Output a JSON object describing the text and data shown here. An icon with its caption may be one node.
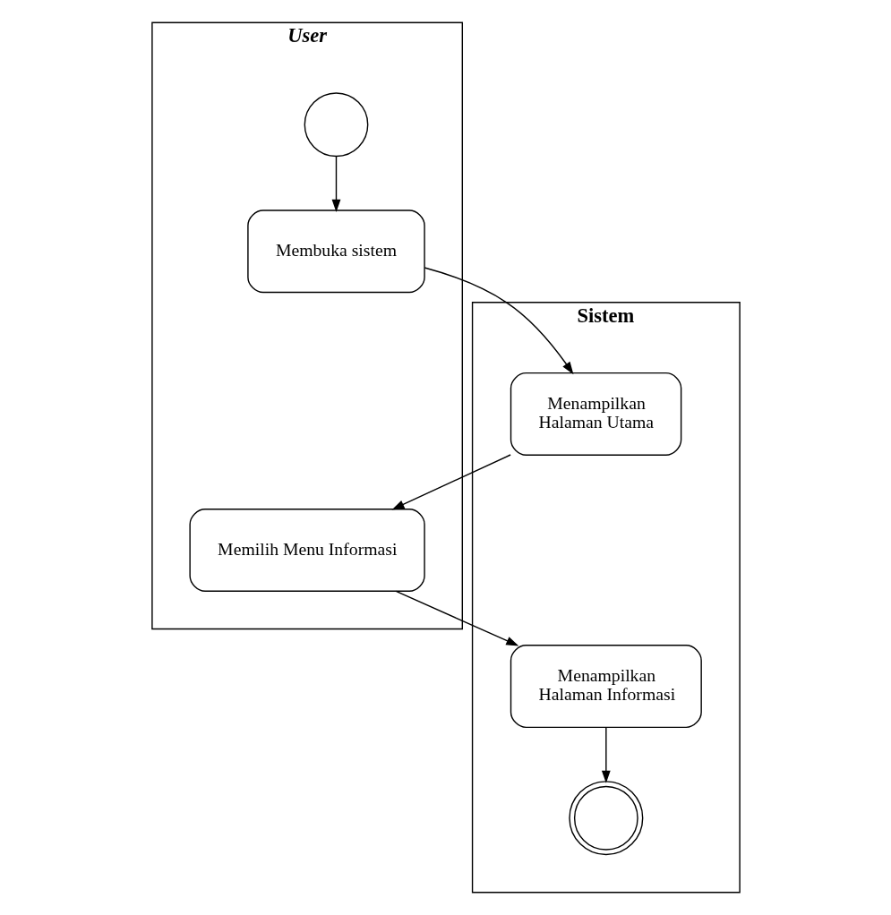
{
  "diagram": {
    "nodes": [
      {
        "text": [
          "User"
        ]
      },
      {
        "text": [
          "Sistem"
        ]
      },
      {
        "text": [],
        "shape": "circle",
        "in": 0
      },
      {
        "text": [
          "Membuka sistem"
        ],
        "in": 0
      },
      {
        "text": [
          "Menampilkan Halaman Utama"
        ],
        "in": 1
      },
      {
        "text": [
          "Memilih Menu Informasi"
        ],
        "in": 0
      },
      {
        "text": [
          "Menampilkan Halaman Informasi"
        ],
        "in": 1
      },
      {
        "text": [],
        "shape": "circle",
        "in": 1
      }
    ],
    "edges": [
      {
        "from": 2,
        "to": 3,
        "arrow": "to"
      },
      {
        "from": 3,
        "to": 4,
        "arrow": "to"
      },
      {
        "from": 4,
        "to": 5,
        "arrow": "to"
      },
      {
        "from": 5,
        "to": 6,
        "arrow": "to"
      },
      {
        "from": 6,
        "to": 7,
        "arrow": "to"
      }
    ]
  }
}
